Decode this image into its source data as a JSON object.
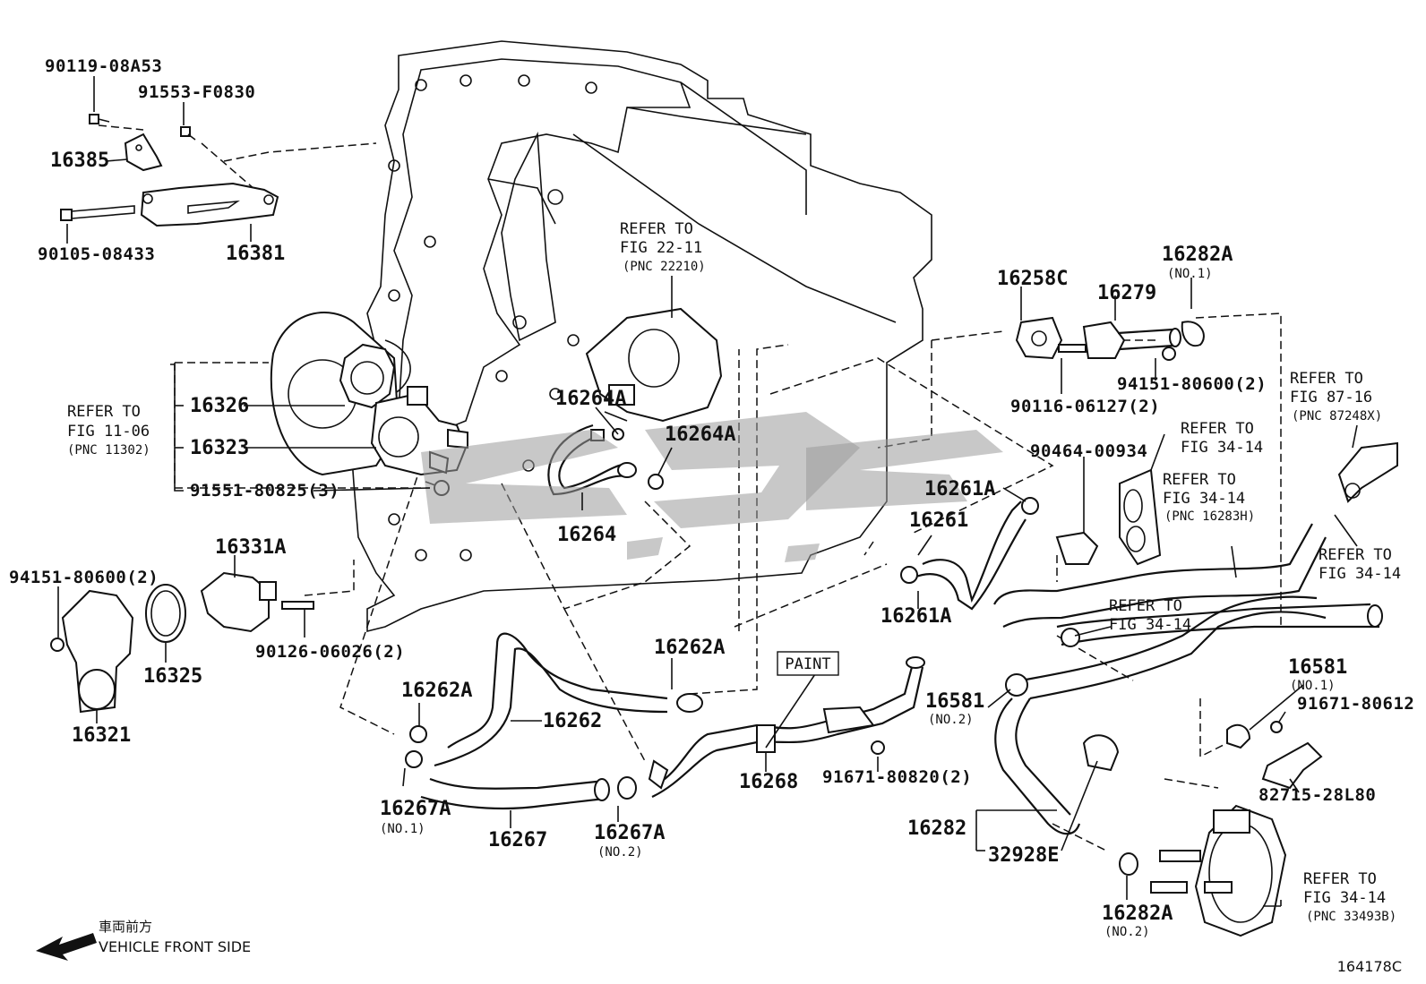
{
  "diagram": {
    "figure_id": "164178C",
    "direction": {
      "jp": "車両前方",
      "en": "VEHICLE FRONT SIDE"
    },
    "paint_label": "PAINT"
  },
  "parts": {
    "p90119_08A53": "90119-08A53",
    "p91553_F0830": "91553-F0830",
    "p16385": "16385",
    "p90105_08433": "90105-08433",
    "p16381": "16381",
    "p16326": "16326",
    "p16323": "16323",
    "p91551_80825": "91551-80825(3)",
    "p16331A": "16331A",
    "p94151_80600_left": "94151-80600(2)",
    "p16325": "16325",
    "p16321": "16321",
    "p90126_06026": "90126-06026(2)",
    "p16264A_1": "16264A",
    "p16264A_2": "16264A",
    "p16264": "16264",
    "p16262A_1": "16262A",
    "p16262A_2": "16262A",
    "p16262": "16262",
    "p16267A_1": "16267A",
    "p16267A_1_sub": "(NO.1)",
    "p16267": "16267",
    "p16267A_2": "16267A",
    "p16267A_2_sub": "(NO.2)",
    "p16268": "16268",
    "p91671_80820": "91671-80820(2)",
    "p16258C": "16258C",
    "p16279": "16279",
    "p16282A_top": "16282A",
    "p16282A_top_sub": "(NO.1)",
    "p94151_80600_right": "94151-80600(2)",
    "p90116_06127": "90116-06127(2)",
    "p90464_00934": "90464-00934",
    "p16261A_1": "16261A",
    "p16261": "16261",
    "p16261A_2": "16261A",
    "p16581_1": "16581",
    "p16581_1_sub": "(NO.2)",
    "p16581_2": "16581",
    "p16581_2_sub": "(NO.1)",
    "p91671_80612": "91671-80612",
    "p82715_28L80": "82715-28L80",
    "p16282": "16282",
    "p32928E": "32928E",
    "p16282A_bot": "16282A",
    "p16282A_bot_sub": "(NO.2)"
  },
  "refs": {
    "r1": {
      "l1": "REFER TO",
      "l2": "FIG 11-06",
      "l3": "(PNC 11302)"
    },
    "r2": {
      "l1": "REFER TO",
      "l2": "FIG 22-11",
      "l3": "(PNC 22210)"
    },
    "r3": {
      "l1": "REFER TO",
      "l2": "FIG 34-14"
    },
    "r4": {
      "l1": "REFER TO",
      "l2": "FIG 34-14",
      "l3": "(PNC 16283H)"
    },
    "r5": {
      "l1": "REFER TO",
      "l2": "FIG 87-16",
      "l3": "(PNC 87248X)"
    },
    "r6": {
      "l1": "REFER TO",
      "l2": "FIG 34-14"
    },
    "r7": {
      "l1": "REFER TO",
      "l2": "FIG 34-14"
    },
    "r8": {
      "l1": "REFER TO",
      "l2": "FIG 34-14",
      "l3": "(PNC 33493B)"
    }
  }
}
